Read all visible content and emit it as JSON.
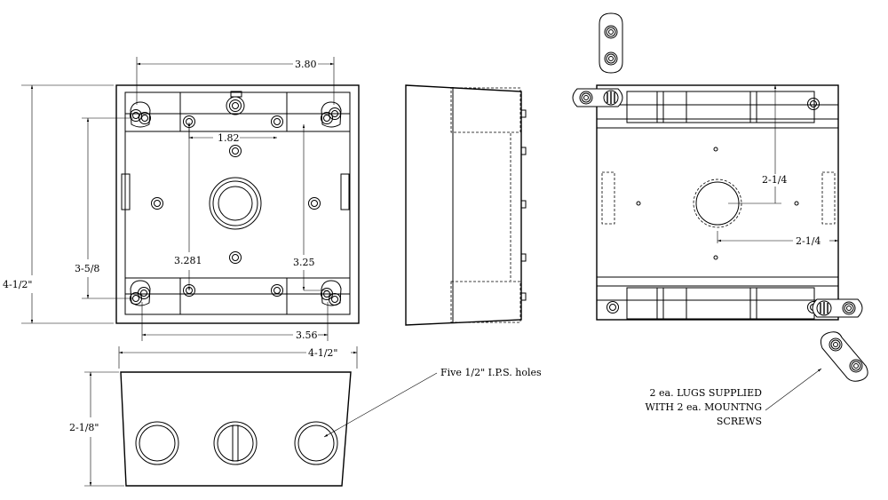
{
  "dimensions": {
    "top_width": "3.80",
    "overall_height": "4-1/2\"",
    "inner_height": "3-5/8",
    "boss_spacing": "1.82",
    "boss_center": "3.281",
    "lower_offset": "3.25",
    "bottom_spacing": "3.56",
    "overall_width": "4-1/2\"",
    "side_height": "2-1/8\"",
    "center_vertical": "2-1/4",
    "center_horizontal": "2-1/4"
  },
  "notes": {
    "holes": "Five 1/2\" I.P.S. holes",
    "lugs": [
      "2 ea. LUGS SUPPLIED",
      "WITH 2 ea. MOUNTNG",
      "SCREWS"
    ]
  }
}
